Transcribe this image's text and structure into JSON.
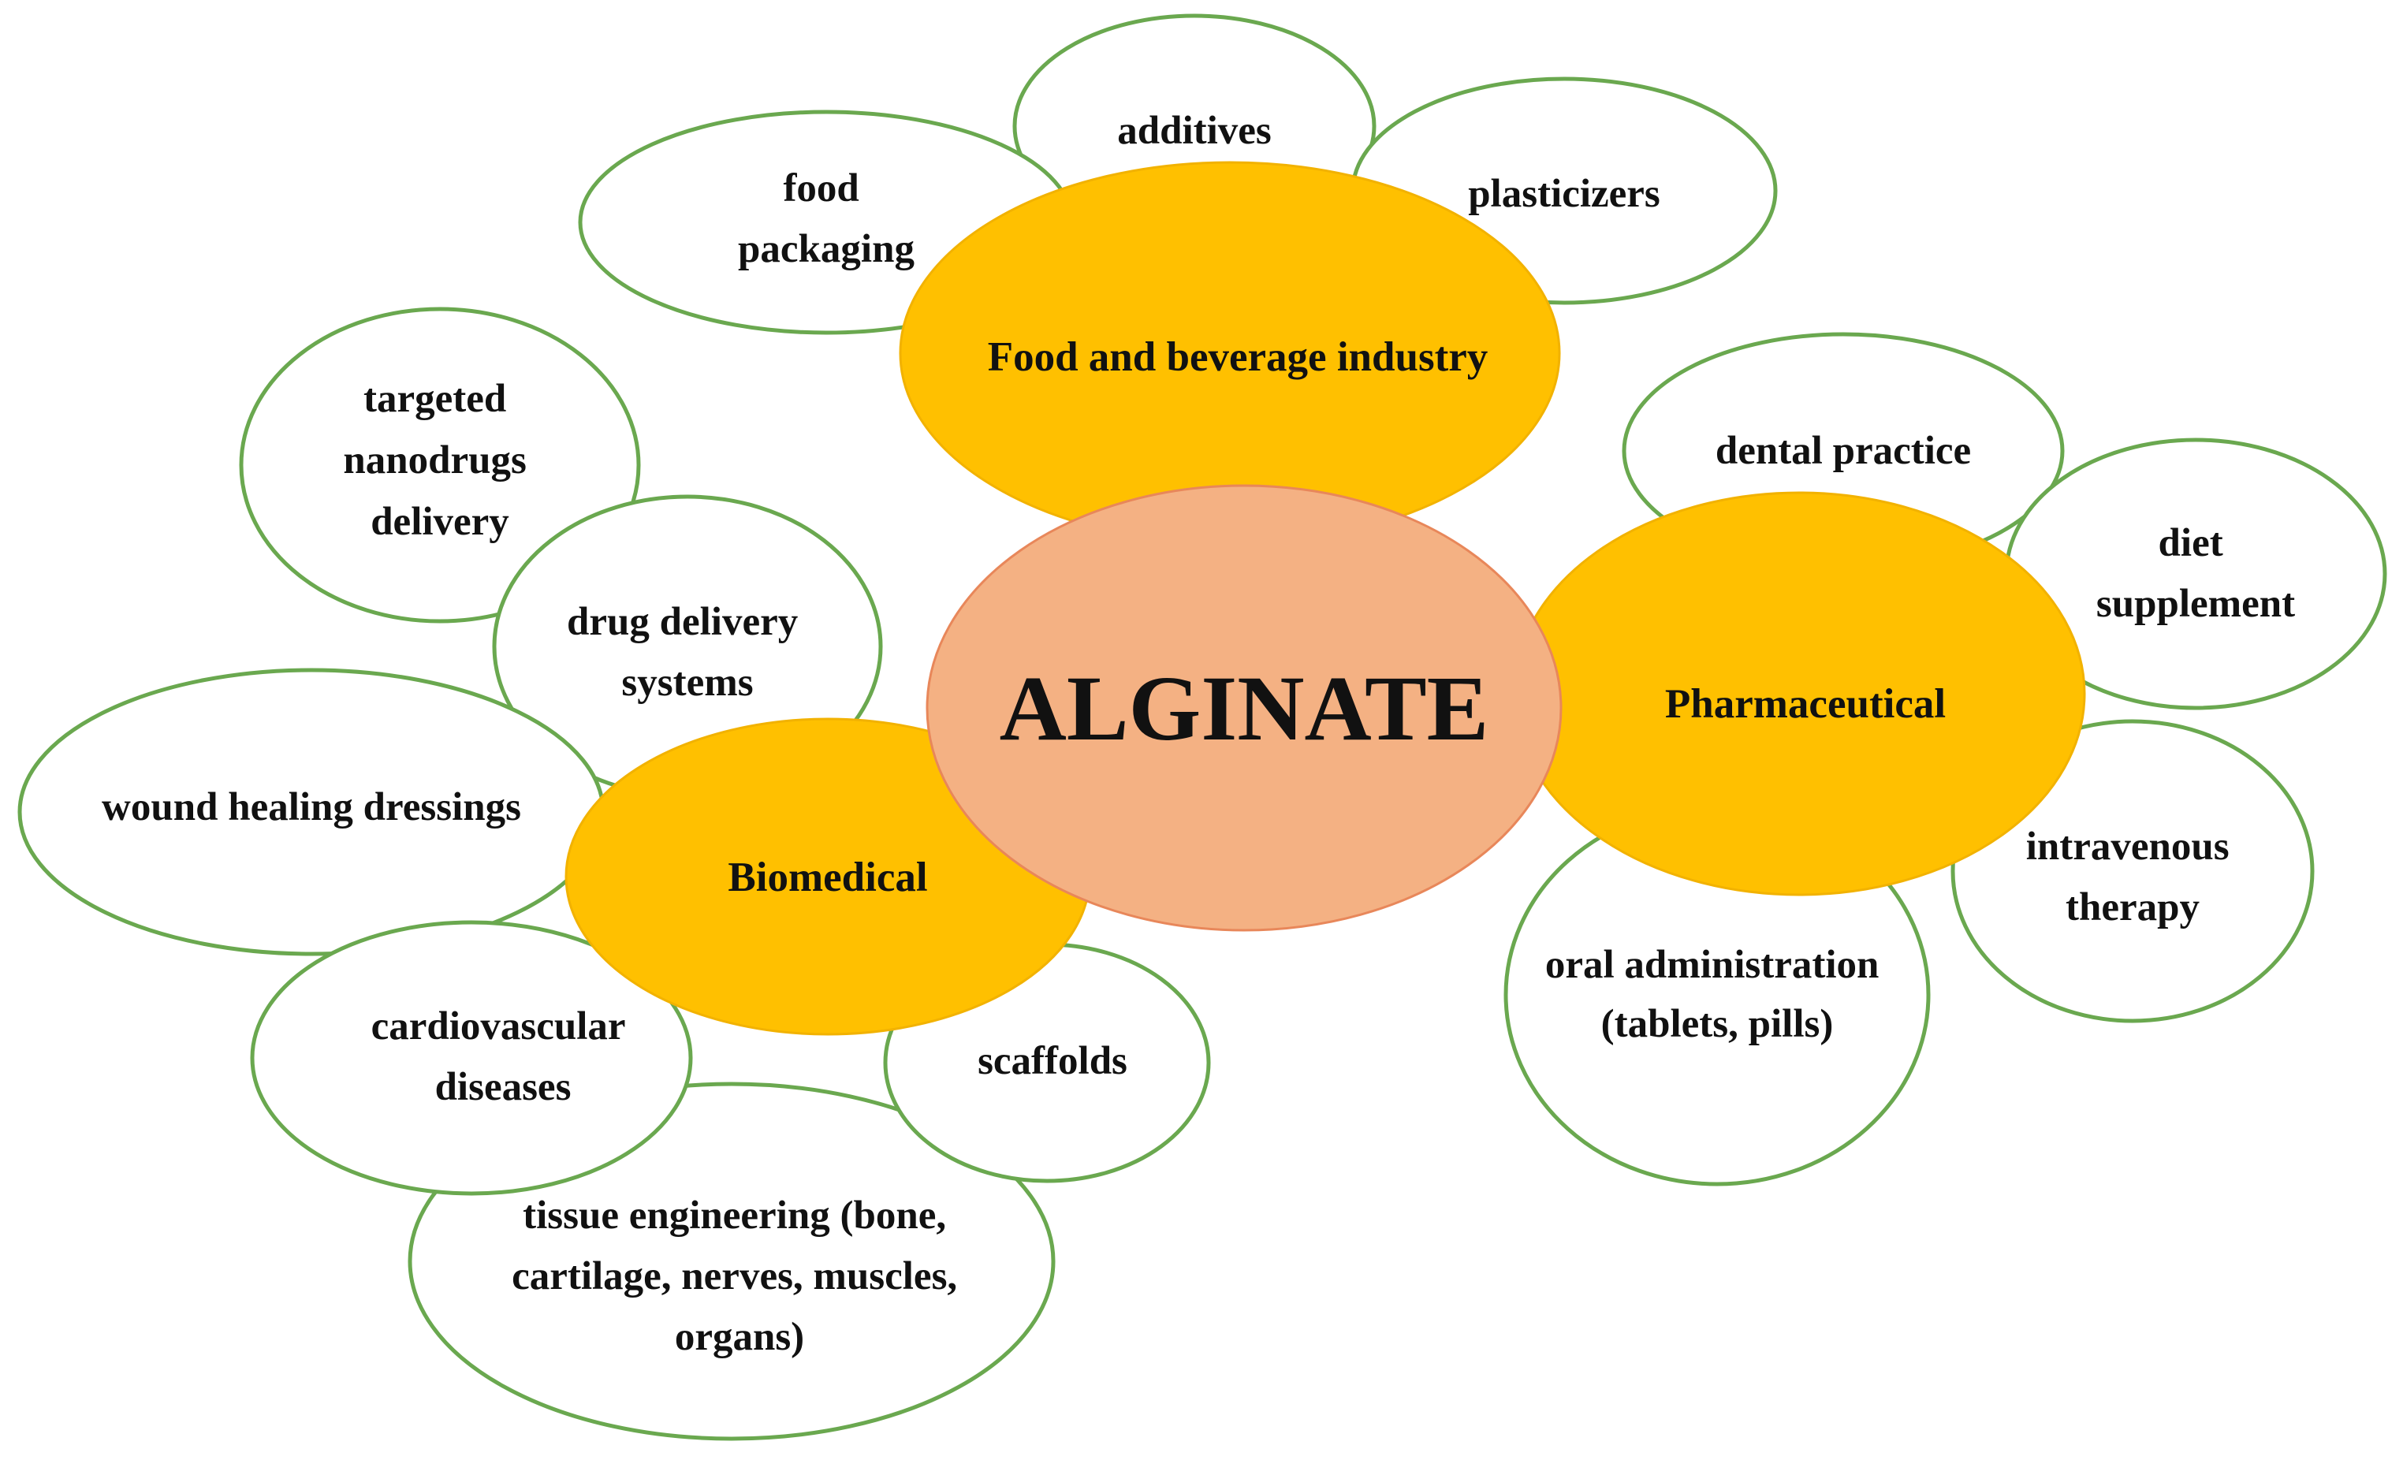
{
  "center": {
    "label": "ALGINATE",
    "color": "#f4b183"
  },
  "categories": {
    "food": {
      "label": "Food and beverage industry",
      "color": "#ffc000"
    },
    "pharma": {
      "label": "Pharmaceutical",
      "color": "#ffc000"
    },
    "biomed": {
      "label": "Biomedical",
      "color": "#ffc000"
    }
  },
  "leaves": {
    "food_packaging": [
      "food",
      "packaging"
    ],
    "additives": [
      "additives"
    ],
    "plasticizers": [
      "plasticizers"
    ],
    "dental_practice": [
      "dental practice"
    ],
    "diet_supplement": [
      "diet",
      "supplement"
    ],
    "intravenous_therapy": [
      "intravenous",
      "therapy"
    ],
    "oral_administration": [
      "oral administration",
      "(tablets, pills)"
    ],
    "targeted_nanodrugs": [
      "targeted",
      "nanodrugs",
      "delivery"
    ],
    "drug_delivery": [
      "drug delivery",
      "systems"
    ],
    "wound_healing": [
      "wound healing dressings"
    ],
    "cardiovascular": [
      "cardiovascular",
      "diseases"
    ],
    "scaffolds": [
      "scaffolds"
    ],
    "tissue_engineering": [
      "tissue engineering (bone,",
      "cartilage, nerves, muscles,",
      "organs)"
    ]
  },
  "leaf_outline_color": "#6aa84f"
}
